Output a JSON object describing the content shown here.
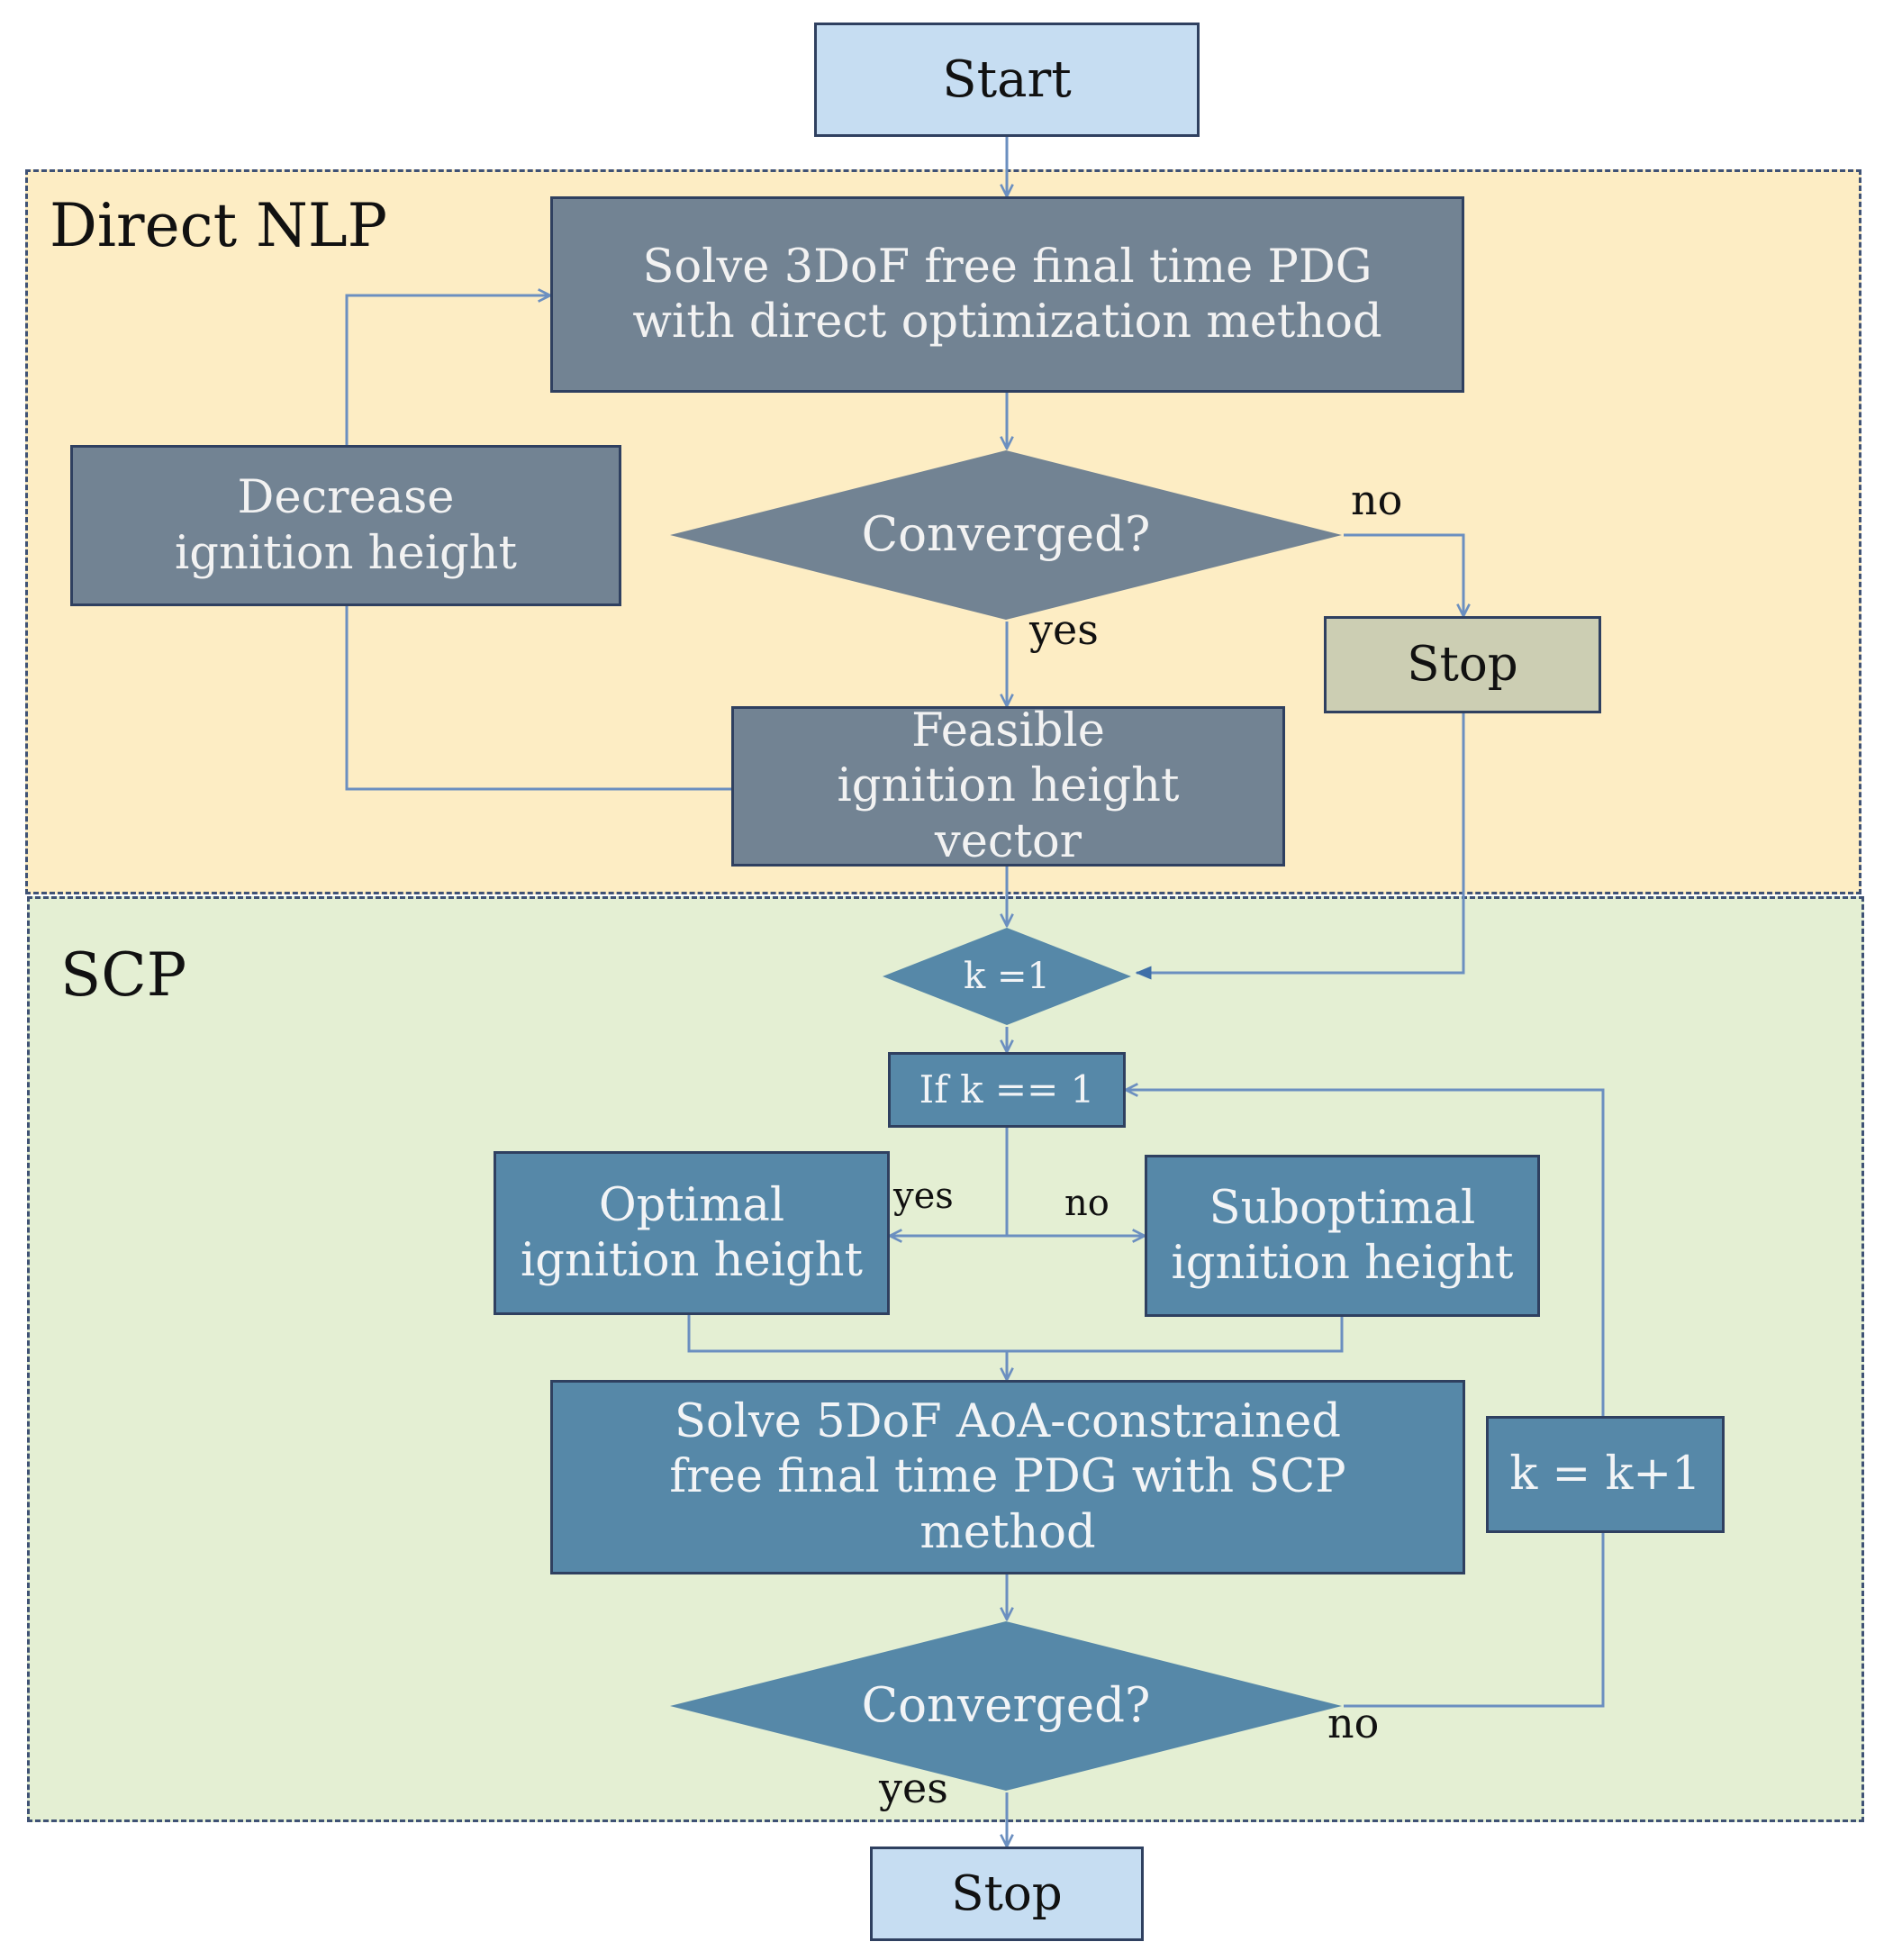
{
  "regions": {
    "direct_nlp": "Direct NLP",
    "scp": "SCP"
  },
  "nodes": {
    "start": "Start",
    "solve_3dof": "Solve 3DoF free final time PDG with direct optimization method",
    "decrease_height": "Decrease ignition height",
    "converged_1": "Converged?",
    "stop_nlp": "Stop",
    "feasible_vector": "Feasible ignition height vector",
    "k_init": "k =1",
    "if_k": "If k == 1",
    "optimal_height": "Optimal ignition height",
    "suboptimal_height": "Suboptimal ignition height",
    "solve_5dof": "Solve 5DoF AoA-constrained free final time PDG with SCP method",
    "k_increment": "k = k+1",
    "converged_2": "Converged?",
    "stop_final": "Stop"
  },
  "edge_labels": {
    "converged_1_no": "no",
    "converged_1_yes": "yes",
    "if_k_yes": "yes",
    "if_k_no": "no",
    "converged_2_no": "no",
    "converged_2_yes": "yes"
  },
  "colors": {
    "nlp_region": "#fdedc4",
    "scp_region": "#e4efd3",
    "region_border": "#3f5275",
    "nlp_node": "#728393",
    "scp_node": "#5688a8",
    "terminal": "#c6ddf2",
    "stop_nlp": "#ccceb3",
    "connector": "#6b8fc0"
  }
}
